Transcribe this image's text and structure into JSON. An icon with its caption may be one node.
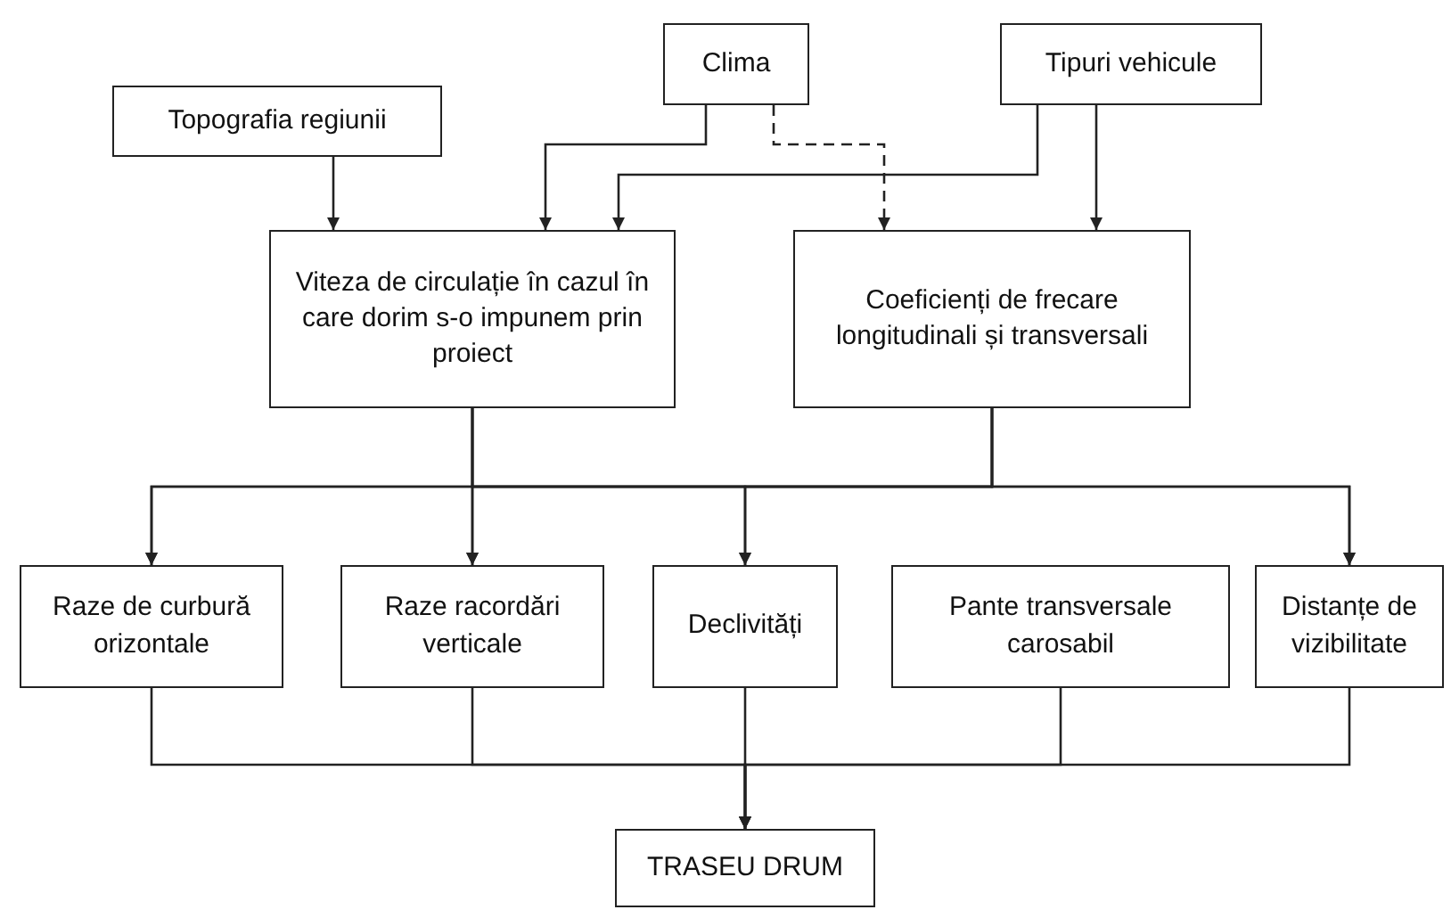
{
  "diagram": {
    "nodes": [
      {
        "text": [
          "Topografia regiunii"
        ]
      },
      {
        "text": [
          "Clima"
        ]
      },
      {
        "text": [
          "Tipuri vehicule"
        ]
      },
      {
        "text": [
          "Viteza de circulație în cazul în care dorim s-o impunem prin proiect"
        ]
      },
      {
        "text": [
          "Coeficienți de frecare longitudinali și transversali"
        ]
      },
      {
        "text": [
          "Raze de curbură orizontale"
        ]
      },
      {
        "text": [
          "Raze racordări verticale"
        ]
      },
      {
        "text": [
          "Declivități"
        ]
      },
      {
        "text": [
          "Pante transversale carosabil"
        ]
      },
      {
        "text": [
          "Distanțe de vizibilitate"
        ]
      },
      {
        "text": [
          "TRASEU DRUM"
        ]
      }
    ],
    "edges": [
      {
        "from": 0,
        "to": 3,
        "arrow": "to"
      },
      {
        "from": 1,
        "to": 3,
        "arrow": "to"
      },
      {
        "from": 1,
        "to": 4,
        "arrow": "to",
        "style": "dashed"
      },
      {
        "from": 2,
        "to": 3,
        "arrow": "to"
      },
      {
        "from": 2,
        "to": 4,
        "arrow": "to"
      },
      {
        "from": 3,
        "to": 5,
        "arrow": "to"
      },
      {
        "from": 3,
        "to": 6,
        "arrow": "to"
      },
      {
        "from": 3,
        "to": 7,
        "arrow": "to"
      },
      {
        "from": 3,
        "to": 9,
        "arrow": "to"
      },
      {
        "from": 4,
        "to": 5,
        "arrow": "to"
      },
      {
        "from": 4,
        "to": 6,
        "arrow": "to"
      },
      {
        "from": 4,
        "to": 7,
        "arrow": "to"
      },
      {
        "from": 4,
        "to": 9,
        "arrow": "to"
      },
      {
        "from": 5,
        "to": 10,
        "arrow": "to"
      },
      {
        "from": 6,
        "to": 10,
        "arrow": "to"
      },
      {
        "from": 7,
        "to": 10,
        "arrow": "to"
      },
      {
        "from": 8,
        "to": 10,
        "arrow": "to"
      },
      {
        "from": 9,
        "to": 10,
        "arrow": "to"
      }
    ]
  }
}
